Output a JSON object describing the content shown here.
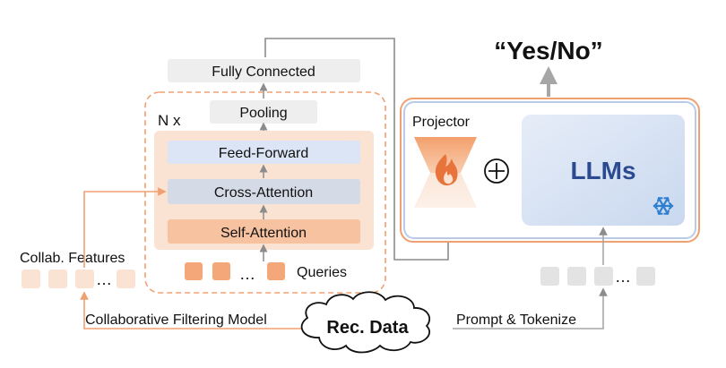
{
  "output": {
    "label": "“Yes/No”"
  },
  "qformer": {
    "fully_connected": "Fully Connected",
    "pooling": "Pooling",
    "repeat": "N x",
    "feed_forward": "Feed-Forward",
    "cross_attention": "Cross-Attention",
    "self_attention": "Self-Attention",
    "queries_label": "Queries",
    "queries_ellipsis": "…"
  },
  "collab": {
    "label": "Collab. Features",
    "ellipsis": "…"
  },
  "llm_panel": {
    "projector": "Projector",
    "plus": "⊕",
    "llm": "LLMs",
    "frozen_icon": "snowflake-icon",
    "trainable_icon": "flame-icon"
  },
  "tokens": {
    "ellipsis": "…"
  },
  "bottom": {
    "cf_model": "Collaborative Filtering Model",
    "rec_data": "Rec. Data",
    "prompt_tokenize": "Prompt & Tokenize"
  },
  "colors": {
    "orange": "#f0a070",
    "orange_fill": "#f6c2a0",
    "orange_light": "#fbe3d3",
    "blue_border": "#b9cbe6",
    "blue_fill": "#dbe5f5",
    "llm_text": "#2b4a8f",
    "grey": "#888888",
    "grey_box": "#eeeeee",
    "flame": "#e8743b"
  }
}
